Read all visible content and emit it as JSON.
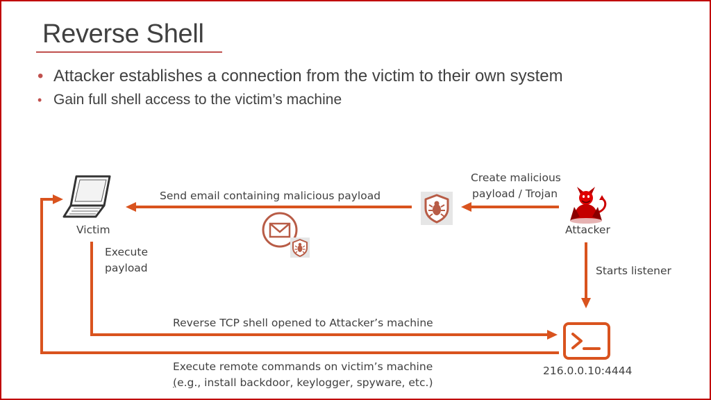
{
  "slide": {
    "title": "Reverse Shell",
    "bullets": [
      "Attacker establishes a connection from the victim to their own system",
      "Gain full shell access to the victim’s machine"
    ]
  },
  "diagram": {
    "nodes": {
      "victim": "Victim",
      "attacker": "Attacker",
      "listener_address": "216.0.0.10:4444"
    },
    "labels": {
      "create_payload_line1": "Create malicious",
      "create_payload_line2": "payload / Trojan",
      "send_email": "Send email containing malicious payload",
      "execute_payload_line1": "Execute",
      "execute_payload_line2": "payload",
      "starts_listener": "Starts listener",
      "reverse_tcp": "Reverse TCP shell opened to Attacker’s machine",
      "remote_cmds_line1": "Execute remote commands on victim’s machine",
      "remote_cmds_line2_first": "(",
      "remote_cmds_line2_rest": "e.g., install backdoor, keylogger, spyware, etc.)"
    },
    "icons": {
      "victim": "laptop-icon",
      "attacker": "devil-icon",
      "trojan": "shield-bug-icon",
      "email": "envelope-icon",
      "email_attachment": "shield-bug-icon",
      "terminal": "terminal-icon"
    },
    "colors": {
      "arrow": "#d9531e",
      "accent": "#c0504d",
      "border": "#c00000",
      "text": "#404040"
    }
  }
}
